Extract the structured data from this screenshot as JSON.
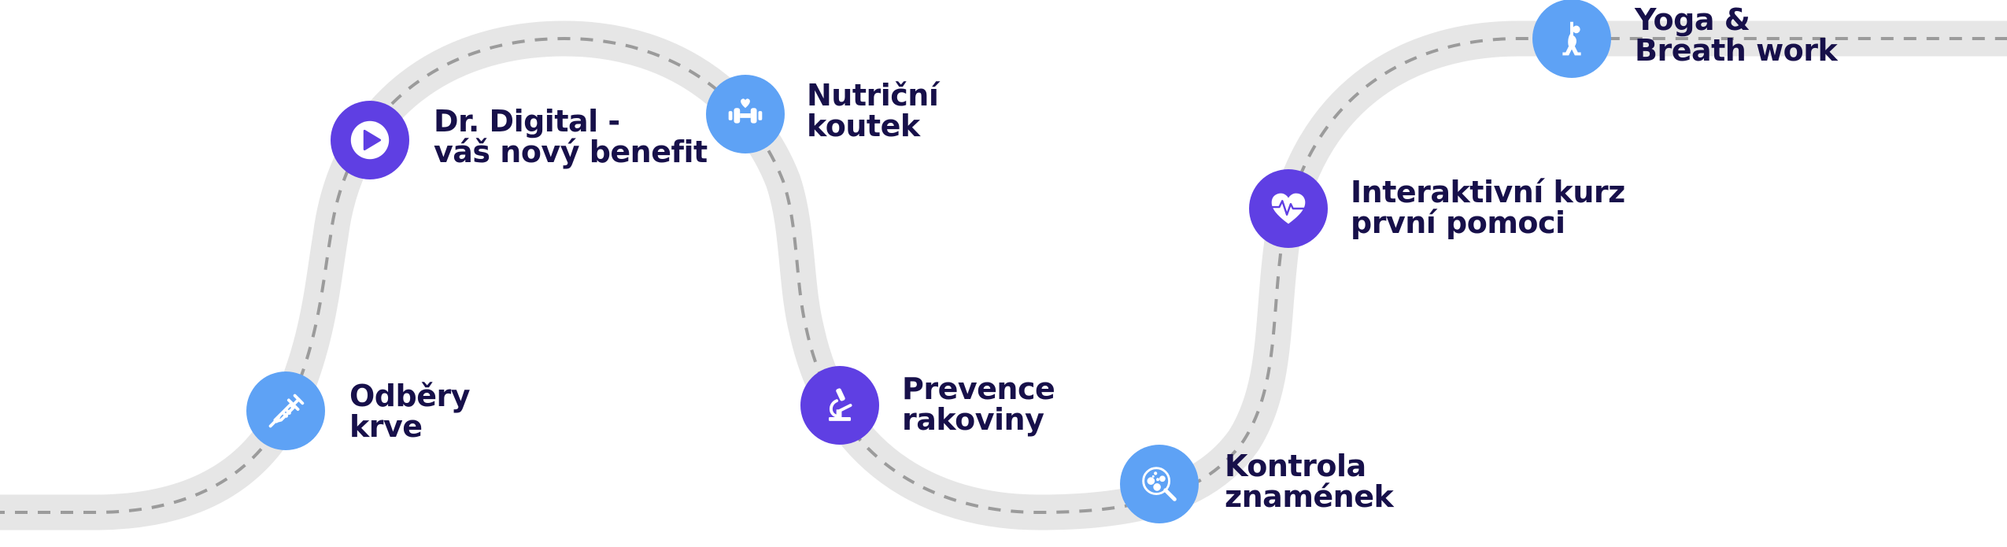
{
  "colors": {
    "road": "#e6e6e6",
    "road_dash": "#9b9b9b",
    "purple": "#5f3fe3",
    "blue": "#5ea2f5",
    "text": "#17104a",
    "icon": "#ffffff"
  },
  "milestones": [
    {
      "id": "odbery-krve",
      "icon": "syringe-icon",
      "color": "blue",
      "lines": [
        "Odběry",
        "krve"
      ]
    },
    {
      "id": "dr-digital",
      "icon": "play-icon",
      "color": "purple",
      "lines": [
        "Dr. Digital -",
        "váš nový benefit"
      ]
    },
    {
      "id": "nutricni-koutek",
      "icon": "dumbbell-heart-icon",
      "color": "blue",
      "lines": [
        "Nutriční",
        "koutek"
      ]
    },
    {
      "id": "prevence-rakoviny",
      "icon": "microscope-icon",
      "color": "purple",
      "lines": [
        "Prevence",
        "rakoviny"
      ]
    },
    {
      "id": "kontrola-znamenek",
      "icon": "magnifier-spots-icon",
      "color": "blue",
      "lines": [
        "Kontrola",
        "znamének"
      ]
    },
    {
      "id": "interaktivni-kurz",
      "icon": "heart-pulse-icon",
      "color": "purple",
      "lines": [
        "Interaktivní kurz",
        "první pomoci"
      ]
    },
    {
      "id": "yoga-breath-work",
      "icon": "yoga-pose-icon",
      "color": "blue",
      "lines": [
        "Yoga &",
        "Breath work"
      ]
    }
  ]
}
